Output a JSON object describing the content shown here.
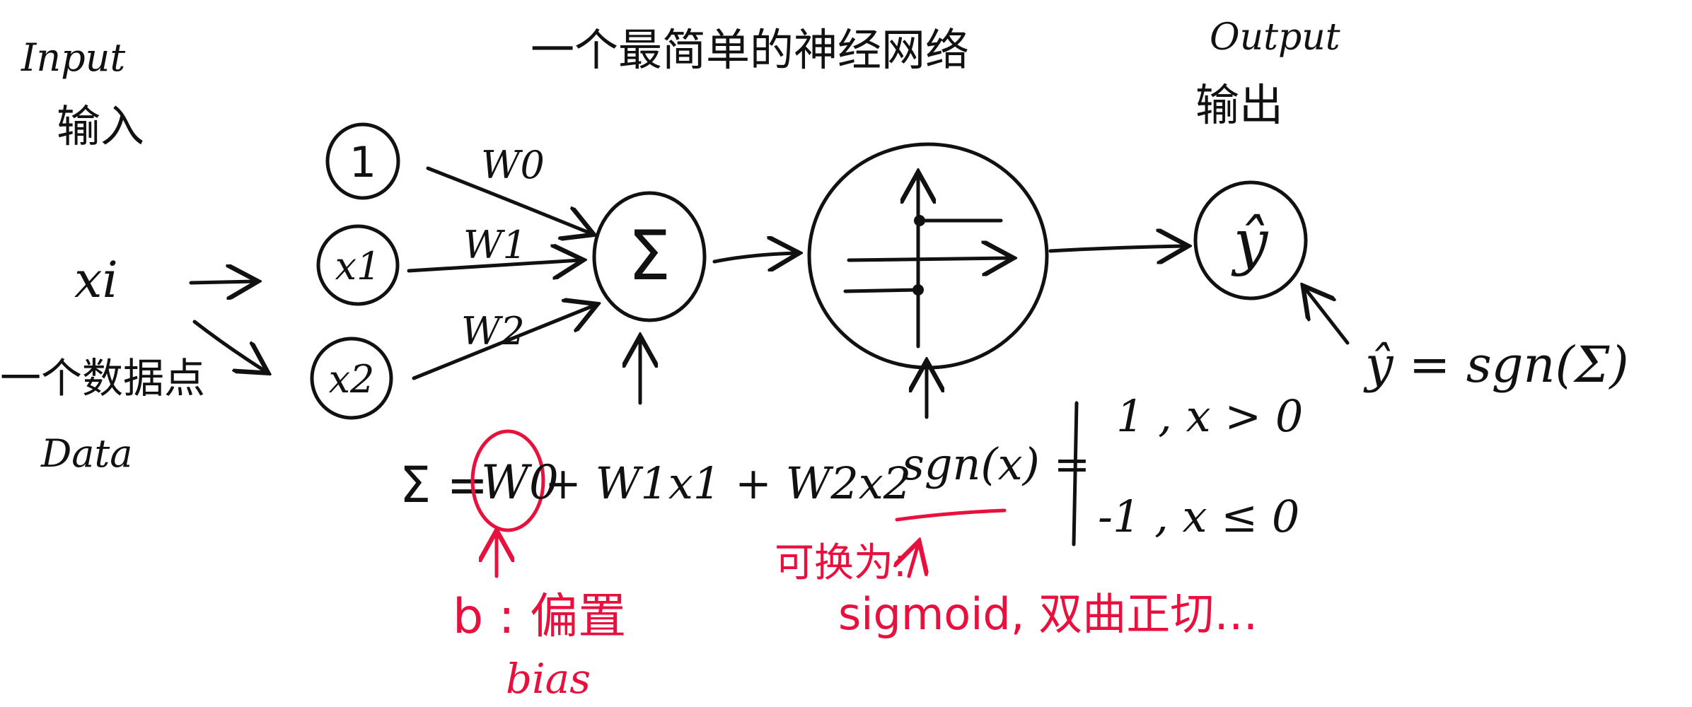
{
  "title": "一个最简单的神经网络",
  "input": {
    "label_en": "Input",
    "label_zh": "输入"
  },
  "output": {
    "label_en": "Output",
    "label_zh": "输出"
  },
  "data_point": {
    "symbol": "xi",
    "label_zh": "一个数据点",
    "label_en": "Data"
  },
  "nodes": {
    "bias_node": "1",
    "x1": "x1",
    "x2": "x2",
    "sum": "Σ",
    "y_hat": "ŷ"
  },
  "weights": [
    "W0",
    "W1",
    "W2"
  ],
  "formulas": {
    "sum_lhs": "Σ =",
    "sum_w0": "W0",
    "sum_rest": "+ W1x1 + W2x2",
    "sgn_lhs": "sgn(x) =",
    "sgn_case1": "1 , x > 0",
    "sgn_case2": "-1 , x ≤ 0",
    "y_hat_formula": "ŷ = sgn(Σ)"
  },
  "annotations": {
    "bias_zh": "b : 偏置",
    "bias_en": "bias",
    "replace_zh": "可换为:",
    "replace_options": "sigmoid, 双曲正切…"
  },
  "colors": {
    "ink": "#111111",
    "annotation": "#e8103c",
    "background": "#ffffff"
  }
}
